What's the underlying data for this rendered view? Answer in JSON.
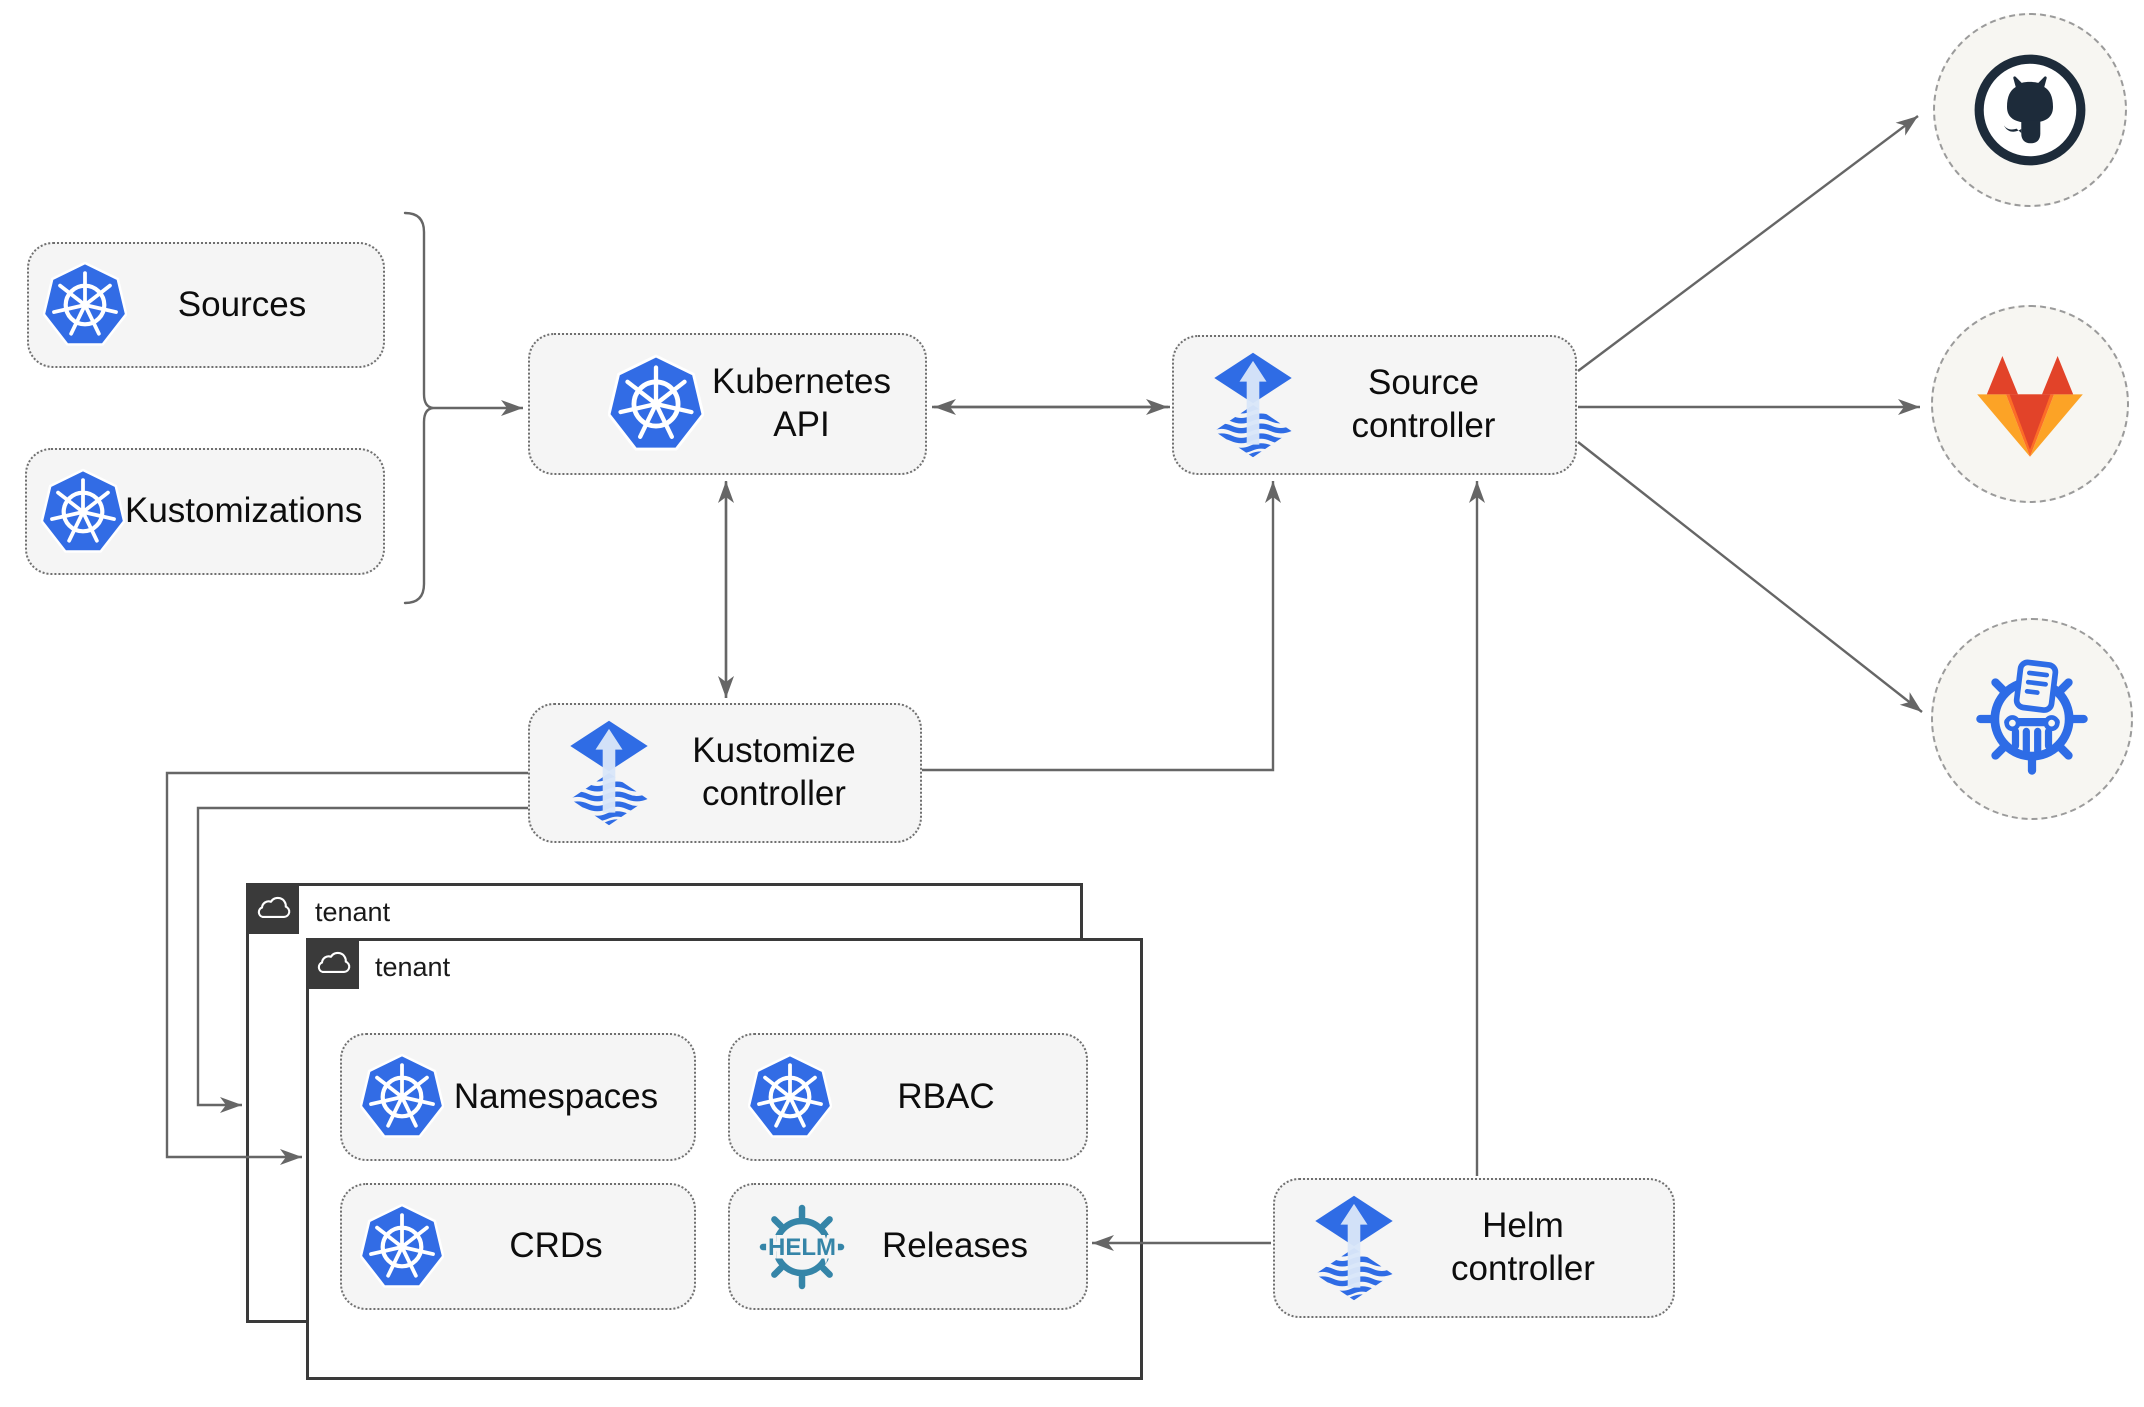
{
  "diagram": {
    "subject": "Flux GitOps toolkit architecture with multi-tenant Kustomize and Helm reconciliation"
  },
  "nodes": {
    "sources": {
      "label": "Sources"
    },
    "kustomizations": {
      "label": "Kustomizations"
    },
    "kubernetes_api": {
      "label": "Kubernetes API"
    },
    "source_controller": {
      "line1": "Source",
      "line2": "controller"
    },
    "kustomize_controller": {
      "line1": "Kustomize",
      "line2": "controller"
    },
    "helm_controller": {
      "line1": "Helm",
      "line2": "controller"
    },
    "tenant_back": {
      "label": "tenant"
    },
    "tenant_front": {
      "label": "tenant"
    },
    "namespaces": {
      "label": "Namespaces"
    },
    "rbac": {
      "label": "RBAC"
    },
    "crds": {
      "label": "CRDs"
    },
    "releases": {
      "label": "Releases"
    }
  },
  "icons": {
    "kubernetes": {
      "name": "kubernetes-icon",
      "color": "#326ce5"
    },
    "flux": {
      "name": "flux-icon",
      "color": "#2f6ce5",
      "arrow_color": "#d9e6f9"
    },
    "helm": {
      "name": "helm-wheel-icon",
      "color": "#3585a8",
      "text": "HELM"
    },
    "github": {
      "name": "github-icon",
      "color": "#1d2b3a"
    },
    "gitlab": {
      "name": "gitlab-icon",
      "colors": [
        "#e24329",
        "#fc6d26",
        "#fca326"
      ]
    },
    "chartmuseum": {
      "name": "chartmuseum-icon",
      "color": "#2e6ce6"
    },
    "cloud": {
      "name": "cloud-icon",
      "color": "#ffffff"
    }
  },
  "colors": {
    "node_fill": "#f5f5f5",
    "node_border": "#6f6f6f",
    "tenant_border": "#3a3a3a",
    "tenant_tab": "#3a3a3a",
    "wire": "#666666",
    "circle_fill": "#f7f6f2",
    "circle_border": "#9b9b9b"
  },
  "connections": [
    {
      "from": "sources & kustomizations (bracket)",
      "to": "kubernetes-api",
      "style": "arrow"
    },
    {
      "from": "kubernetes-api",
      "to": "source-controller",
      "style": "double-arrow"
    },
    {
      "from": "kubernetes-api",
      "to": "kustomize-controller",
      "style": "double-arrow"
    },
    {
      "from": "kustomize-controller",
      "to": "source-controller",
      "style": "arrow"
    },
    {
      "from": "helm-controller",
      "to": "source-controller",
      "style": "arrow"
    },
    {
      "from": "kustomize-controller",
      "to": "tenant-front",
      "style": "arrow"
    },
    {
      "from": "kustomize-controller",
      "to": "tenant-back",
      "style": "arrow"
    },
    {
      "from": "helm-controller",
      "to": "releases",
      "style": "arrow"
    },
    {
      "from": "source-controller",
      "to": "github",
      "style": "arrow"
    },
    {
      "from": "source-controller",
      "to": "gitlab",
      "style": "arrow"
    },
    {
      "from": "source-controller",
      "to": "chartmuseum",
      "style": "arrow"
    }
  ]
}
